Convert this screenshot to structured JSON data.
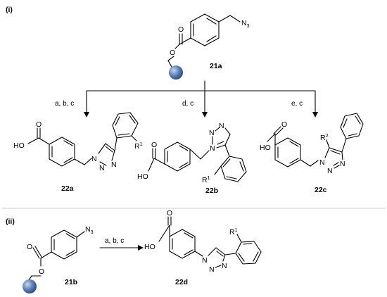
{
  "panels": {
    "i": "(i)",
    "ii": "(ii)"
  },
  "compounds": {
    "c21a": "21a",
    "c21b": "21b",
    "c22a": "22a",
    "c22b": "22b",
    "c22c": "22c",
    "c22d": "22d"
  },
  "conditions": {
    "to_22a": "a, b, c",
    "to_22b": "d, c",
    "to_22c": "e, c",
    "to_22d": "a, b, c"
  },
  "atoms": {
    "O": "O",
    "HO": "HO",
    "N": "N",
    "N3_main": "N",
    "N3_sub": "3",
    "R": "R",
    "sup1": "1",
    "sup2": "2"
  },
  "colors": {
    "resin_bead": "#5b7fb5",
    "line": "#000000"
  }
}
